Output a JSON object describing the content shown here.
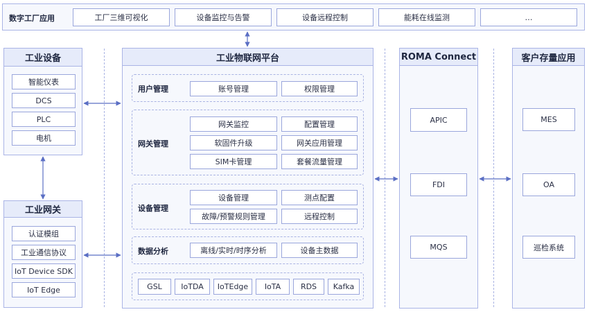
{
  "top_bar": {
    "title": "数字工厂应用",
    "items": [
      "工厂三维可视化",
      "设备监控与告警",
      "设备远程控制",
      "能耗在线监测",
      "…"
    ]
  },
  "industrial_equipment": {
    "title": "工业设备",
    "items": [
      "智能仪表",
      "DCS",
      "PLC",
      "电机"
    ]
  },
  "industrial_gateway": {
    "title": "工业网关",
    "items": [
      "认证模组",
      "工业通信协议",
      "IoT Device SDK",
      "IoT Edge"
    ]
  },
  "platform": {
    "title": "工业物联网平台",
    "user_mgmt": {
      "label": "用户管理",
      "items": [
        "账号管理",
        "权限管理"
      ]
    },
    "gateway_mgmt": {
      "label": "网关管理",
      "items": [
        "网关监控",
        "配置管理",
        "软固件升级",
        "网关应用管理",
        "SIM卡管理",
        "套餐流量管理"
      ]
    },
    "device_mgmt": {
      "label": "设备管理",
      "items": [
        "设备管理",
        "测点配置",
        "故障/预警规则管理",
        "远程控制"
      ]
    },
    "data_analysis": {
      "label": "数据分析",
      "items": [
        "离线/实时/时序分析",
        "设备主数据"
      ]
    },
    "services": [
      "GSL",
      "IoTDA",
      "IoTEdge",
      "IoTA",
      "RDS",
      "Kafka"
    ]
  },
  "roma": {
    "title": "ROMA Connect",
    "items": [
      "APIC",
      "FDI",
      "MQS"
    ]
  },
  "customer_apps": {
    "title": "客户存量应用",
    "items": [
      "MES",
      "OA",
      "巡检系统"
    ]
  },
  "colors": {
    "frame_border": "#aab4e6",
    "header_fill": "#e6ebfa",
    "arrow": "#5b6fc4"
  }
}
